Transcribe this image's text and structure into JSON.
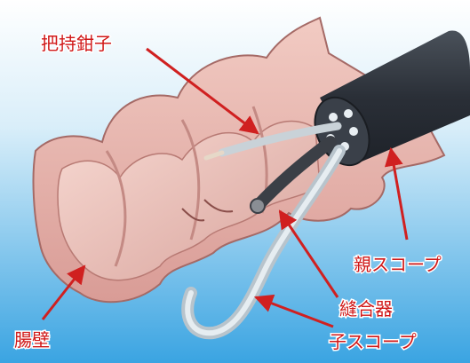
{
  "labels": {
    "forceps": "把持鉗子",
    "parent_scope": "親スコープ",
    "suture_device": "縫合器",
    "child_scope": "子スコープ",
    "intestinal_wall": "腸壁"
  },
  "colors": {
    "label_text": "#d01818",
    "arrow": "#d02020",
    "background_top": "#ffffff",
    "background_bottom": "#3aa4e2",
    "tissue": "#e8b8b0",
    "parent_scope": "#2f343c",
    "child_scope": "#c8d4dc"
  }
}
